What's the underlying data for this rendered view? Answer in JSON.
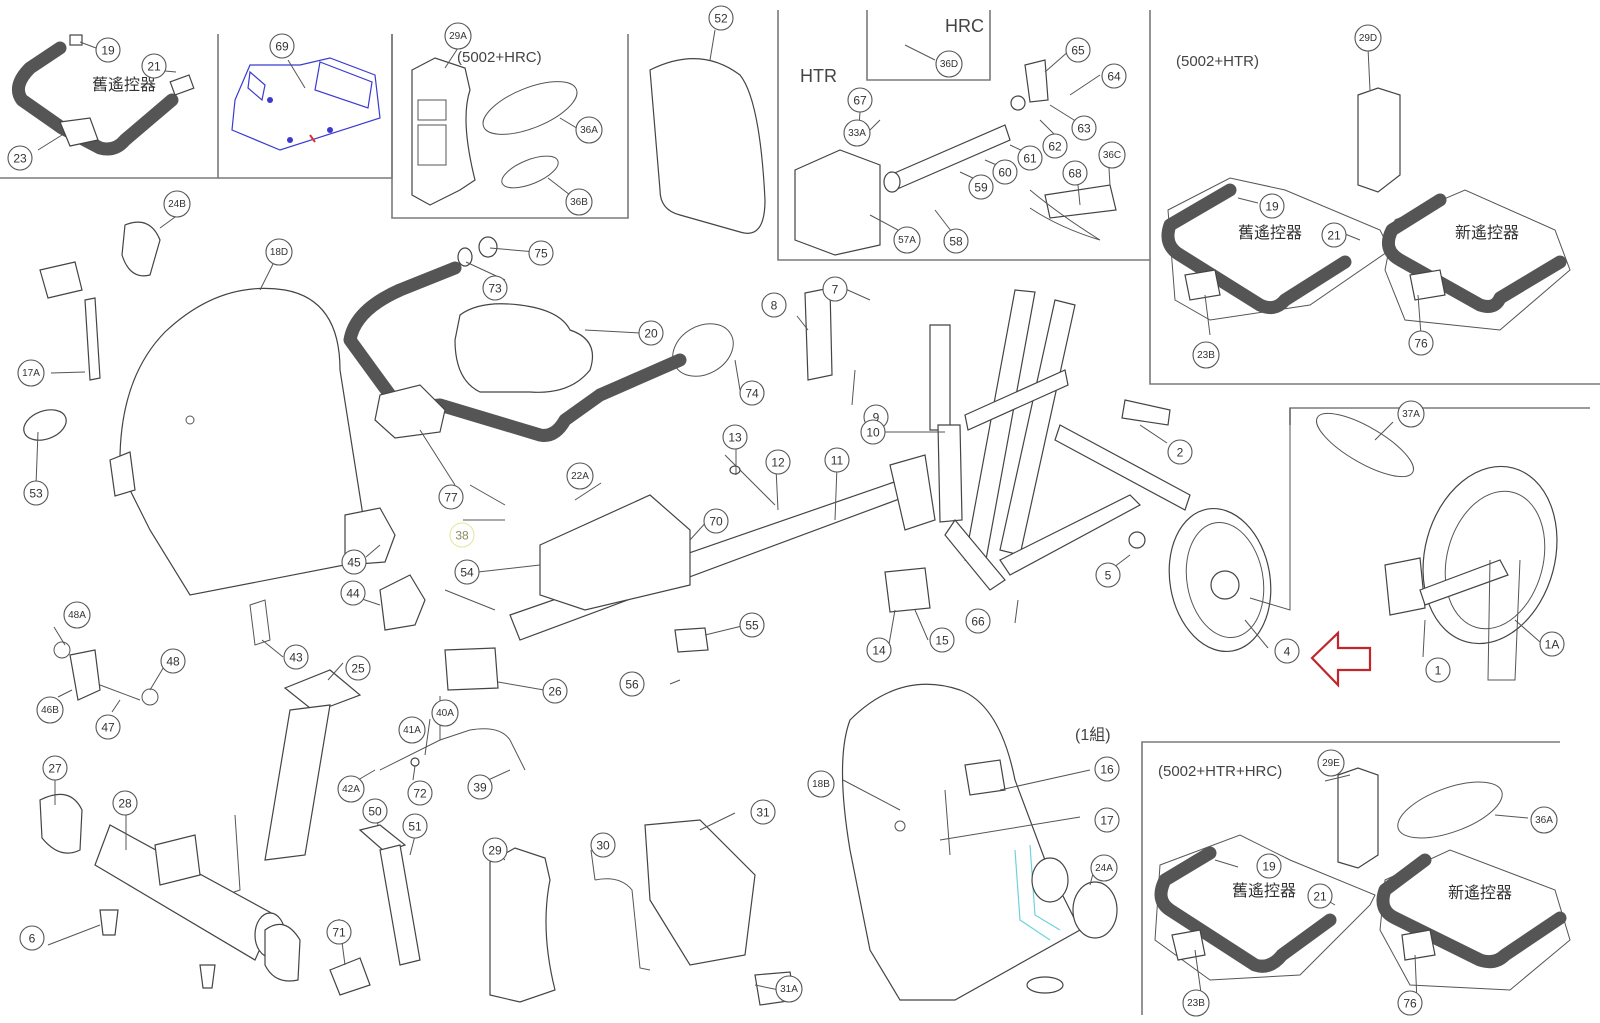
{
  "title": "Exploded parts diagram",
  "captions": {
    "hrc_box": "(5002+HRC)",
    "htr_box": "(5002+HTR)",
    "htr_hrc_box": "(5002+HTR+HRC)",
    "htr_label": "HTR",
    "hrc_label": "HRC",
    "set_note": "(1組)",
    "old_remote_1": "舊遙控器",
    "old_remote_2": "舊遙控器",
    "new_remote_2": "新遙控器",
    "old_remote_3": "舊遙控器",
    "new_remote_3": "新遙控器"
  },
  "highlight": {
    "target_part": "4",
    "arrow_color": "#c0262c",
    "arrow_icon": "arrow-left-icon"
  },
  "colors": {
    "line": "#444444",
    "highlight_blue": "#3a3ad0",
    "highlight_cyan": "#6fd3dc"
  },
  "callouts": [
    {
      "id": "c19a",
      "label": "19",
      "group": "top-left-inset"
    },
    {
      "id": "c21a",
      "label": "21",
      "group": "top-left-inset"
    },
    {
      "id": "c23",
      "label": "23",
      "group": "top-left-inset"
    },
    {
      "id": "c69",
      "label": "69",
      "group": "blue-inset"
    },
    {
      "id": "c29A",
      "label": "29A",
      "group": "hrc-inset"
    },
    {
      "id": "c36A",
      "label": "36A",
      "group": "hrc-inset"
    },
    {
      "id": "c36B",
      "label": "36B",
      "group": "hrc-inset"
    },
    {
      "id": "c52",
      "label": "52",
      "group": "main"
    },
    {
      "id": "c36D",
      "label": "36D",
      "group": "htr-inset"
    },
    {
      "id": "c67",
      "label": "67",
      "group": "htr-inset"
    },
    {
      "id": "c33A",
      "label": "33A",
      "group": "htr-inset"
    },
    {
      "id": "c65",
      "label": "65",
      "group": "htr-inset"
    },
    {
      "id": "c64",
      "label": "64",
      "group": "htr-inset"
    },
    {
      "id": "c63",
      "label": "63",
      "group": "htr-inset"
    },
    {
      "id": "c62",
      "label": "62",
      "group": "htr-inset"
    },
    {
      "id": "c61",
      "label": "61",
      "group": "htr-inset"
    },
    {
      "id": "c60",
      "label": "60",
      "group": "htr-inset"
    },
    {
      "id": "c59",
      "label": "59",
      "group": "htr-inset"
    },
    {
      "id": "c57A",
      "label": "57A",
      "group": "htr-inset"
    },
    {
      "id": "c58",
      "label": "58",
      "group": "htr-inset"
    },
    {
      "id": "c68",
      "label": "68",
      "group": "htr-inset"
    },
    {
      "id": "c36C",
      "label": "36C",
      "group": "htr-inset"
    },
    {
      "id": "c29D",
      "label": "29D",
      "group": "htr-kit-inset"
    },
    {
      "id": "c19b",
      "label": "19",
      "group": "htr-kit-inset"
    },
    {
      "id": "c21b",
      "label": "21",
      "group": "htr-kit-inset"
    },
    {
      "id": "c23Bb",
      "label": "23B",
      "group": "htr-kit-inset"
    },
    {
      "id": "c76b",
      "label": "76",
      "group": "htr-kit-inset"
    },
    {
      "id": "c24B",
      "label": "24B",
      "group": "main"
    },
    {
      "id": "c18D",
      "label": "18D",
      "group": "main"
    },
    {
      "id": "c17A",
      "label": "17A",
      "group": "main"
    },
    {
      "id": "c53",
      "label": "53",
      "group": "main"
    },
    {
      "id": "c75",
      "label": "75",
      "group": "main"
    },
    {
      "id": "c73",
      "label": "73",
      "group": "main"
    },
    {
      "id": "c20",
      "label": "20",
      "group": "main"
    },
    {
      "id": "c74",
      "label": "74",
      "group": "main"
    },
    {
      "id": "c77",
      "label": "77",
      "group": "main"
    },
    {
      "id": "c8",
      "label": "8",
      "group": "main"
    },
    {
      "id": "c7",
      "label": "7",
      "group": "main"
    },
    {
      "id": "c9",
      "label": "9",
      "group": "main"
    },
    {
      "id": "c10",
      "label": "10",
      "group": "main"
    },
    {
      "id": "c2",
      "label": "2",
      "group": "main"
    },
    {
      "id": "c13",
      "label": "13",
      "group": "main"
    },
    {
      "id": "c12",
      "label": "12",
      "group": "main"
    },
    {
      "id": "c11",
      "label": "11",
      "group": "main"
    },
    {
      "id": "c22A",
      "label": "22A",
      "group": "main"
    },
    {
      "id": "c70",
      "label": "70",
      "group": "main"
    },
    {
      "id": "c38",
      "label": "38",
      "group": "main",
      "faint": true
    },
    {
      "id": "c54",
      "label": "54",
      "group": "main"
    },
    {
      "id": "c45",
      "label": "45",
      "group": "main"
    },
    {
      "id": "c5",
      "label": "5",
      "group": "main"
    },
    {
      "id": "c66",
      "label": "66",
      "group": "main"
    },
    {
      "id": "c14",
      "label": "14",
      "group": "main"
    },
    {
      "id": "c15",
      "label": "15",
      "group": "main"
    },
    {
      "id": "c55",
      "label": "55",
      "group": "main"
    },
    {
      "id": "c56",
      "label": "56",
      "group": "main"
    },
    {
      "id": "c26",
      "label": "26",
      "group": "main"
    },
    {
      "id": "c44",
      "label": "44",
      "group": "main"
    },
    {
      "id": "c43",
      "label": "43",
      "group": "main"
    },
    {
      "id": "c4",
      "label": "4",
      "group": "main"
    },
    {
      "id": "c37A",
      "label": "37A",
      "group": "main"
    },
    {
      "id": "c1",
      "label": "1",
      "group": "main"
    },
    {
      "id": "c1A",
      "label": "1A",
      "group": "main"
    },
    {
      "id": "c48A",
      "label": "48A",
      "group": "main"
    },
    {
      "id": "c48",
      "label": "48",
      "group": "main"
    },
    {
      "id": "c46B",
      "label": "46B",
      "group": "main"
    },
    {
      "id": "c47",
      "label": "47",
      "group": "main"
    },
    {
      "id": "c25",
      "label": "25",
      "group": "main"
    },
    {
      "id": "c41A",
      "label": "41A",
      "group": "main"
    },
    {
      "id": "c40A",
      "label": "40A",
      "group": "main"
    },
    {
      "id": "c42A",
      "label": "42A",
      "group": "main"
    },
    {
      "id": "c72",
      "label": "72",
      "group": "main"
    },
    {
      "id": "c39",
      "label": "39",
      "group": "main"
    },
    {
      "id": "c27",
      "label": "27",
      "group": "main"
    },
    {
      "id": "c28",
      "label": "28",
      "group": "main"
    },
    {
      "id": "c6",
      "label": "6",
      "group": "main"
    },
    {
      "id": "c50",
      "label": "50",
      "group": "main"
    },
    {
      "id": "c51",
      "label": "51",
      "group": "main"
    },
    {
      "id": "c71",
      "label": "71",
      "group": "main"
    },
    {
      "id": "c29",
      "label": "29",
      "group": "main"
    },
    {
      "id": "c30",
      "label": "30",
      "group": "main"
    },
    {
      "id": "c31",
      "label": "31",
      "group": "main"
    },
    {
      "id": "c31A",
      "label": "31A",
      "group": "main"
    },
    {
      "id": "c18B",
      "label": "18B",
      "group": "main"
    },
    {
      "id": "c16",
      "label": "16",
      "group": "main"
    },
    {
      "id": "c17",
      "label": "17",
      "group": "main"
    },
    {
      "id": "c24A",
      "label": "24A",
      "group": "main"
    },
    {
      "id": "c29E",
      "label": "29E",
      "group": "htr-hrc-kit-inset"
    },
    {
      "id": "c36Ac",
      "label": "36A",
      "group": "htr-hrc-kit-inset"
    },
    {
      "id": "c19c",
      "label": "19",
      "group": "htr-hrc-kit-inset"
    },
    {
      "id": "c21c",
      "label": "21",
      "group": "htr-hrc-kit-inset"
    },
    {
      "id": "c23Bc",
      "label": "23B",
      "group": "htr-hrc-kit-inset"
    },
    {
      "id": "c76c",
      "label": "76",
      "group": "htr-hrc-kit-inset"
    }
  ]
}
